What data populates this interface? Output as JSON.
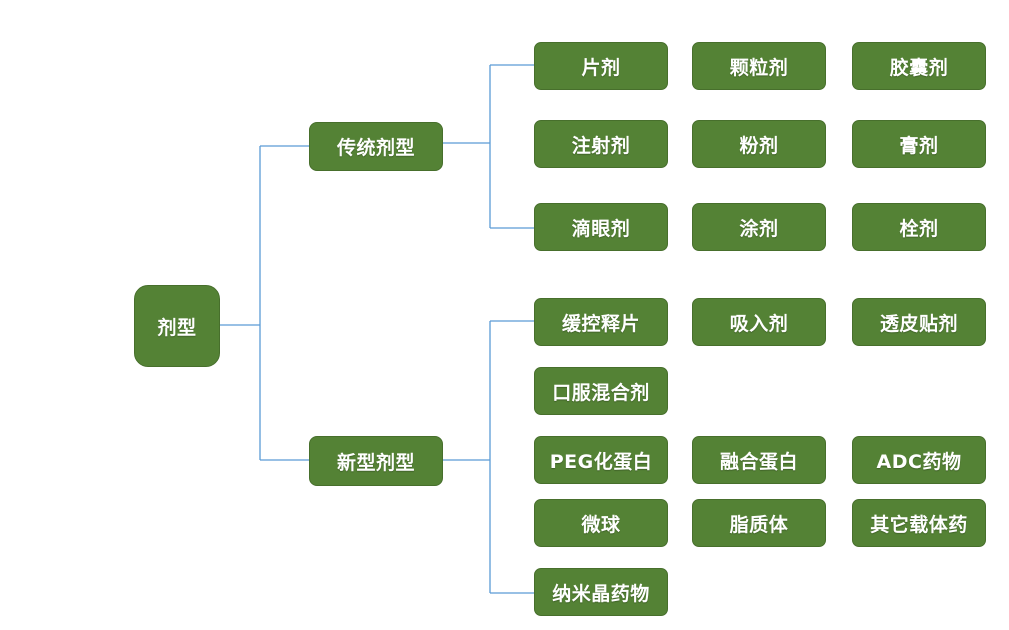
{
  "colors": {
    "node_fill": "#548235",
    "node_text": "#ffffff",
    "connector": "#5b9bd5"
  },
  "root": {
    "label": "剂型"
  },
  "branches": [
    {
      "label": "传统剂型",
      "children": [
        "片剂",
        "颗粒剂",
        "胶囊剂",
        "注射剂",
        "粉剂",
        "膏剂",
        "滴眼剂",
        "涂剂",
        "栓剂"
      ]
    },
    {
      "label": "新型剂型",
      "children": [
        "缓控释片",
        "吸入剂",
        "透皮贴剂",
        "口服混合剂",
        "PEG化蛋白",
        "融合蛋白",
        "ADC药物",
        "微球",
        "脂质体",
        "其它载体药",
        "纳米晶药物"
      ]
    }
  ]
}
